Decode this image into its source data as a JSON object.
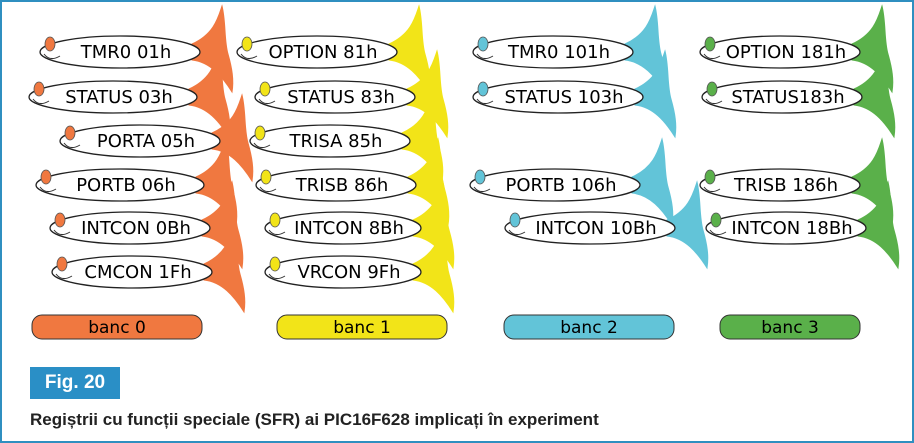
{
  "figure": {
    "label": "Fig. 20",
    "caption": "Regiștrii cu funcții speciale (SFR) ai PIC16F628 implicați în experiment"
  },
  "banks": [
    {
      "label": "banc 0",
      "color": "#f07840",
      "registers": [
        "TMR0 01h",
        "STATUS 03h",
        "PORTA 05h",
        "PORTB 06h",
        "INTCON 0Bh",
        "CMCON 1Fh"
      ]
    },
    {
      "label": "banc 1",
      "color": "#f2e418",
      "registers": [
        "OPTION 81h",
        "STATUS 83h",
        "TRISA 85h",
        "TRISB 86h",
        "INTCON 8Bh",
        "VRCON 9Fh"
      ]
    },
    {
      "label": "banc 2",
      "color": "#62c4d8",
      "registers": [
        "TMR0 101h",
        "STATUS 103h",
        "PORTB 106h",
        "INTCON 10Bh"
      ]
    },
    {
      "label": "banc 3",
      "color": "#5ab04a",
      "registers": [
        "OPTION 181h",
        "STATUS183h",
        "TRISB 186h",
        "INTCON 18Bh"
      ]
    }
  ]
}
